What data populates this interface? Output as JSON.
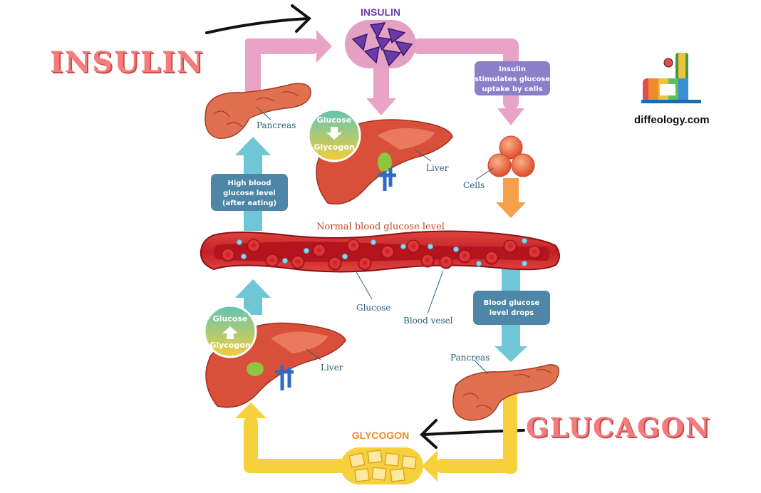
{
  "titles": {
    "insulin": "INSULIN",
    "glucagon": "GLUCAGON"
  },
  "brand": {
    "name": "diffeology.com",
    "logo": "diffeology-logo-icon"
  },
  "labels": {
    "insulin_top": "INSULIN",
    "glycogon_bottom": "GLYCOGON",
    "normal_level": "Normal blood glucose level",
    "pancreas_top": "Pancreas",
    "pancreas_bottom": "Pancreas",
    "liver_top": "Liver",
    "liver_bottom": "Liver",
    "cells": "Cells",
    "glucose": "Glucose",
    "blood_vessel": "Blood vesel"
  },
  "boxes": {
    "insulin_stimulates": [
      "Insulin",
      "stimulates glucose",
      "uptake by cells"
    ],
    "high_blood": [
      "High blood",
      "glucose level",
      "(after eating)"
    ],
    "blood_drops": [
      "Blood glucose",
      "level drops"
    ]
  },
  "circles": {
    "top": {
      "from": "Glucose",
      "to": "Glycogon"
    },
    "bottom": {
      "top": "Glucose",
      "bottom": "Glycogon"
    }
  },
  "colors": {
    "insulin_pink": "#e8a3c6",
    "glucagon_yellow": "#f7d13c",
    "teal_arrow": "#6ec6d6",
    "orange_arrow": "#f7a04a",
    "box_blue": "#4d86a6",
    "box_purple": "#8a7fc9",
    "vessel_red": "#c4242b",
    "title_red": "#f47c7c"
  }
}
